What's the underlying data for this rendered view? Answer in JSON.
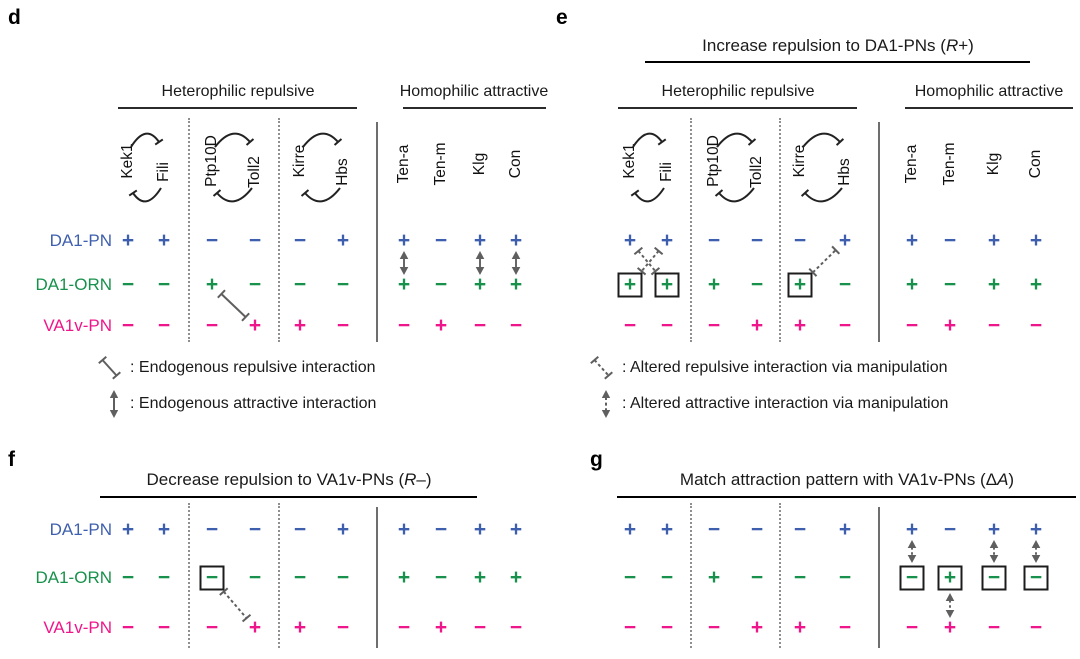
{
  "colors": {
    "da1_pn": "#3E5FAE",
    "da1_orn": "#17914B",
    "va1v_pn": "#EF168B",
    "interaction": "#5f5f5f",
    "line": "#2b2b2b"
  },
  "rows": [
    {
      "label": "DA1-PN",
      "color": "#3E5FAE"
    },
    {
      "label": "DA1-ORN",
      "color": "#17914B"
    },
    {
      "label": "VA1v-PN",
      "color": "#EF168B"
    }
  ],
  "columns": {
    "pairs": [
      [
        "Kek1",
        "Fili"
      ],
      [
        "Ptp10D",
        "Toll2"
      ],
      [
        "Kirre",
        "Hbs"
      ]
    ],
    "singles": [
      "Ten-a",
      "Ten-m",
      "Klg",
      "Con"
    ]
  },
  "group_headers": {
    "repulsive": "Heterophilic repulsive",
    "attractive": "Homophilic attractive"
  },
  "panels": {
    "d": {
      "label": "d",
      "signs": [
        [
          "+",
          "+",
          "−",
          "−",
          "−",
          "+",
          "+",
          "−",
          "+",
          "+"
        ],
        [
          "−",
          "−",
          "+",
          "−",
          "−",
          "−",
          "+",
          "−",
          "+",
          "+"
        ],
        [
          "−",
          "−",
          "−",
          "+",
          "+",
          "−",
          "−",
          "+",
          "−",
          "−"
        ]
      ],
      "boxes": [],
      "interactions": [
        {
          "kind": "repulsive",
          "dashed": false,
          "from": [
            1,
            2
          ],
          "to": [
            2,
            3
          ]
        },
        {
          "kind": "attractive",
          "dashed": false,
          "from": [
            0,
            6
          ],
          "to": [
            1,
            6
          ]
        },
        {
          "kind": "attractive",
          "dashed": false,
          "from": [
            0,
            8
          ],
          "to": [
            1,
            8
          ]
        },
        {
          "kind": "attractive",
          "dashed": false,
          "from": [
            0,
            9
          ],
          "to": [
            1,
            9
          ]
        }
      ]
    },
    "e": {
      "label": "e",
      "title": {
        "pre": "Increase repulsion to DA1-PNs (",
        "italic": "R",
        "post": "+)"
      },
      "signs": [
        [
          "+",
          "+",
          "−",
          "−",
          "−",
          "+",
          "+",
          "−",
          "+",
          "+"
        ],
        [
          "+",
          "+",
          "+",
          "−",
          "+",
          "−",
          "+",
          "−",
          "+",
          "+"
        ],
        [
          "−",
          "−",
          "−",
          "+",
          "+",
          "−",
          "−",
          "+",
          "−",
          "−"
        ]
      ],
      "boxes": [
        [
          1,
          0
        ],
        [
          1,
          1
        ],
        [
          1,
          4
        ]
      ],
      "interactions": [
        {
          "kind": "repulsive",
          "dashed": true,
          "from": [
            0,
            0
          ],
          "to": [
            1,
            1
          ]
        },
        {
          "kind": "repulsive",
          "dashed": true,
          "from": [
            0,
            1
          ],
          "to": [
            1,
            0
          ]
        },
        {
          "kind": "repulsive",
          "dashed": true,
          "from": [
            1,
            4
          ],
          "to": [
            0,
            5
          ]
        }
      ]
    },
    "f": {
      "label": "f",
      "title": {
        "pre": "Decrease repulsion to VA1v-PNs (",
        "italic": "R",
        "post": "–)"
      },
      "signs": [
        [
          "+",
          "+",
          "−",
          "−",
          "−",
          "+",
          "+",
          "−",
          "+",
          "+"
        ],
        [
          "−",
          "−",
          "−",
          "−",
          "−",
          "−",
          "+",
          "−",
          "+",
          "+"
        ],
        [
          "−",
          "−",
          "−",
          "+",
          "+",
          "−",
          "−",
          "+",
          "−",
          "−"
        ]
      ],
      "boxes": [
        [
          1,
          2
        ]
      ],
      "interactions": [
        {
          "kind": "repulsive",
          "dashed": true,
          "from": [
            1,
            2
          ],
          "to": [
            2,
            3
          ]
        }
      ]
    },
    "g": {
      "label": "g",
      "title": {
        "pre": "Match attraction pattern with VA1v-PNs (Δ",
        "italic": "A",
        "post": ")"
      },
      "signs": [
        [
          "+",
          "+",
          "−",
          "−",
          "−",
          "+",
          "+",
          "−",
          "+",
          "+"
        ],
        [
          "−",
          "−",
          "+",
          "−",
          "−",
          "−",
          "−",
          "+",
          "−",
          "−"
        ],
        [
          "−",
          "−",
          "−",
          "+",
          "+",
          "−",
          "−",
          "+",
          "−",
          "−"
        ]
      ],
      "boxes": [
        [
          1,
          6
        ],
        [
          1,
          7
        ],
        [
          1,
          8
        ],
        [
          1,
          9
        ]
      ],
      "interactions": [
        {
          "kind": "attractive",
          "dashed": true,
          "from": [
            0,
            6
          ],
          "to": [
            1,
            6
          ]
        },
        {
          "kind": "attractive",
          "dashed": true,
          "from": [
            1,
            7
          ],
          "to": [
            2,
            7
          ]
        },
        {
          "kind": "attractive",
          "dashed": true,
          "from": [
            0,
            8
          ],
          "to": [
            1,
            8
          ]
        },
        {
          "kind": "attractive",
          "dashed": true,
          "from": [
            0,
            9
          ],
          "to": [
            1,
            9
          ]
        }
      ]
    }
  },
  "legends": {
    "endogenous": [
      {
        "icon": "repulsive-solid-icon",
        "text": ": Endogenous repulsive interaction"
      },
      {
        "icon": "attractive-solid-icon",
        "text": ": Endogenous attractive interaction"
      }
    ],
    "altered": [
      {
        "icon": "repulsive-dashed-icon",
        "text": ": Altered repulsive interaction via manipulation"
      },
      {
        "icon": "attractive-dashed-icon",
        "text": ": Altered attractive interaction via manipulation"
      }
    ]
  }
}
